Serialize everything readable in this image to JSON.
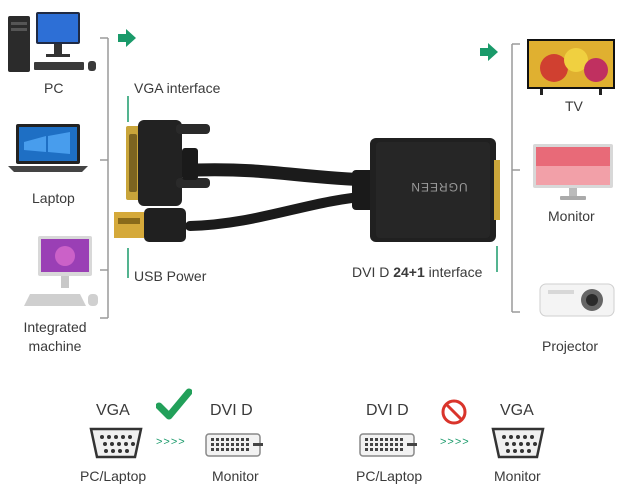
{
  "sources": [
    {
      "label": "PC",
      "icon": "desktop-pc-icon"
    },
    {
      "label": "Laptop",
      "icon": "laptop-icon"
    },
    {
      "label": "Integrated machine",
      "icon": "all-in-one-computer-icon"
    }
  ],
  "source_label_lines": [
    "Integrated",
    "machine"
  ],
  "displays": [
    {
      "label": "TV",
      "icon": "tv-icon"
    },
    {
      "label": "Monitor",
      "icon": "monitor-icon"
    },
    {
      "label": "Projector",
      "icon": "projector-icon"
    }
  ],
  "adapter": {
    "brand": "UGREEN",
    "vga_label": "VGA interface",
    "usb_label": "USB Power",
    "dvi_label_prefix": "DVI D ",
    "dvi_label_bold": "24+1",
    "dvi_label_suffix": " interface"
  },
  "compat": {
    "supported": {
      "from": "VGA",
      "to": "DVI D",
      "from_device": "PC/Laptop",
      "to_device": "Monitor",
      "arrows": ">>>>",
      "status_icon": "check-icon"
    },
    "unsupported": {
      "from": "DVI D",
      "to": "VGA",
      "from_device": "PC/Laptop",
      "to_device": "Monitor",
      "arrows": ">>>>",
      "status_icon": "prohibited-icon"
    }
  },
  "colors": {
    "accent_green": "#1a9a6a",
    "check_green": "#22a05a",
    "prohibit_red": "#d9342b",
    "bracket": "#9a9a9a"
  }
}
